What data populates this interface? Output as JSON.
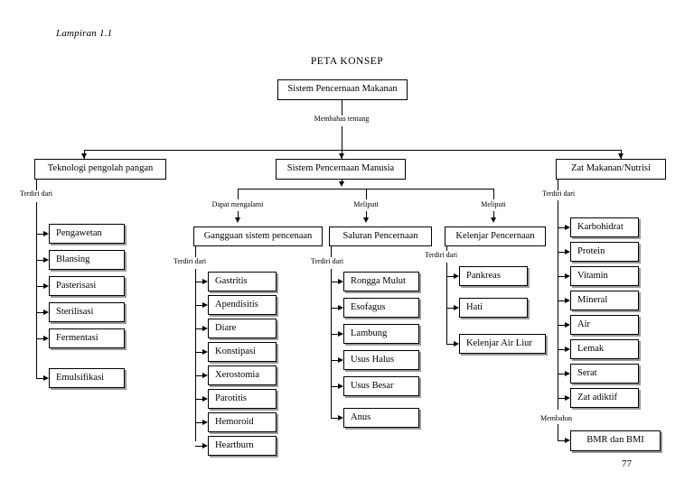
{
  "document": {
    "appendix_label": "Lampiran 1.1",
    "map_title": "PETA KONSEP",
    "page_number": "77"
  },
  "root": {
    "label": "Sistem Pencernaan Makanan",
    "edge_caption": "Membahas tentang"
  },
  "branches": [
    {
      "id": "teknologi",
      "label": "Teknologi pengolah pangan",
      "child_edge_caption": "Terdiri dari",
      "children": [
        "Pengawetan",
        "Blansing",
        "Pasterisasi",
        "Sterilisasi",
        "Fermentasi",
        "Emulsifikasi"
      ]
    },
    {
      "id": "sistem-pencernaan-manusia",
      "label": "Sistem Pencernaan Manusia",
      "subbranches": [
        {
          "id": "gangguan",
          "edge_caption": "Dapat mengalami",
          "label": "Gangguan sistem pencenaan",
          "child_edge_caption": "Terdiri dari",
          "children": [
            "Gastritis",
            "Apendisitis",
            "Diare",
            "Konstipasi",
            "Xerostomia",
            "Parotitis",
            "Hemoroid",
            "Heartburn"
          ]
        },
        {
          "id": "saluran",
          "edge_caption": "Meliputi",
          "label": "Saluran Pencernaan",
          "child_edge_caption": "Terdiri dari",
          "children": [
            "Rongga Mulut",
            "Esofagus",
            "Lambung",
            "Usus Halus",
            "Usus Besar",
            "Anus"
          ]
        },
        {
          "id": "kelenjar",
          "edge_caption": "Meliputi",
          "label": "Kelenjar Pencernaan",
          "child_edge_caption": "Terdiri dari",
          "children": [
            "Pankreas",
            "Hati",
            "Kelenjar Air Liur"
          ]
        }
      ]
    },
    {
      "id": "zat-makanan",
      "label": "Zat Makanan/Nutrisi",
      "child_edge_caption": "Terdiri dari",
      "children": [
        "Karbohidrat",
        "Protein",
        "Vitamin",
        "Mineral",
        "Air",
        "Lemak",
        "Serat",
        "Zat adiktif"
      ],
      "tail": {
        "edge_caption": "Membahas",
        "label": "BMR dan BMI"
      }
    }
  ],
  "colors": {
    "line": "#000000",
    "box_border": "#000000",
    "box_fill": "#ffffff",
    "shadow": "#9a9a9a",
    "text": "#000000"
  }
}
